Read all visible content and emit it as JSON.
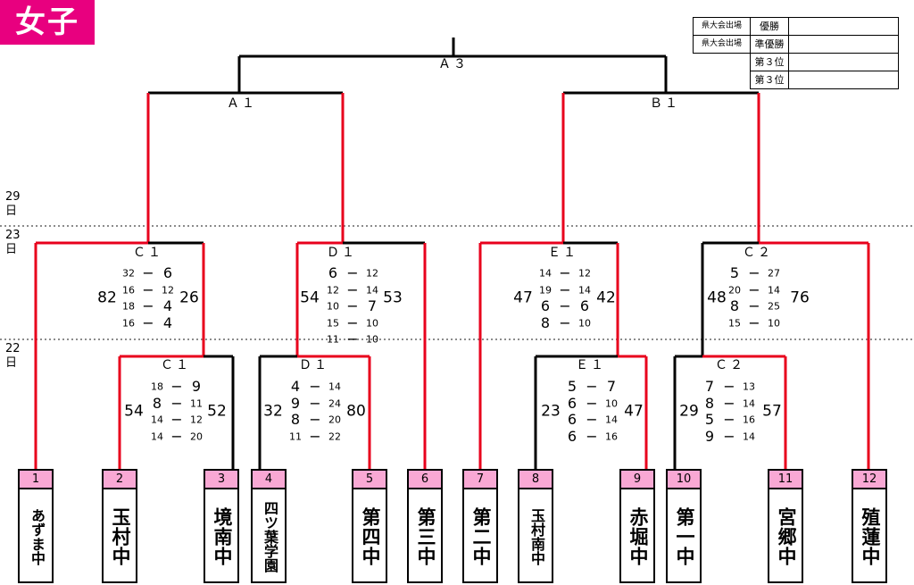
{
  "title": "女子",
  "results_table": {
    "rows": [
      {
        "label": "県大会出場",
        "place": "優勝",
        "value": ""
      },
      {
        "label": "県大会出場",
        "place": "準優勝",
        "value": ""
      },
      {
        "label": "",
        "place": "第３位",
        "value": ""
      },
      {
        "label": "",
        "place": "第３位",
        "value": ""
      }
    ]
  },
  "days": {
    "d29": "29\n日",
    "d23": "23\n日",
    "d22": "22\n日"
  },
  "matches": {
    "A3": "Ａ３",
    "A1": "Ａ１",
    "B1": "Ｂ１",
    "C1_top": "Ｃ１",
    "D1_top": "Ｄ１",
    "E1_top": "Ｅ１",
    "C2_top": "Ｃ２",
    "C1_bot": "Ｃ１",
    "D1_bot": "Ｄ１",
    "E1_bot": "Ｅ１",
    "C2_bot": "Ｃ２"
  },
  "scores": {
    "C1_top": {
      "left": "82",
      "right": "26",
      "sets": [
        [
          "32",
          "6"
        ],
        [
          "16",
          "12"
        ],
        [
          "18",
          "4"
        ],
        [
          "16",
          "4"
        ]
      ]
    },
    "D1_top": {
      "left": "54",
      "right": "53",
      "sets": [
        [
          "6",
          "12"
        ],
        [
          "12",
          "14"
        ],
        [
          "10",
          "7"
        ],
        [
          "15",
          "10"
        ],
        [
          "11",
          "10"
        ]
      ]
    },
    "E1_top": {
      "left": "47",
      "right": "42",
      "sets": [
        [
          "14",
          "12"
        ],
        [
          "19",
          "14"
        ],
        [
          "6",
          "6"
        ],
        [
          "8",
          "10"
        ]
      ]
    },
    "C2_top": {
      "left": "48",
      "right": "76",
      "sets": [
        [
          "5",
          "27"
        ],
        [
          "20",
          "14"
        ],
        [
          "8",
          "25"
        ],
        [
          "15",
          "10"
        ]
      ]
    },
    "C1_bot": {
      "left": "54",
      "right": "52",
      "sets": [
        [
          "18",
          "9"
        ],
        [
          "8",
          "11"
        ],
        [
          "14",
          "12"
        ],
        [
          "14",
          "20"
        ]
      ]
    },
    "D1_bot": {
      "left": "32",
      "right": "80",
      "sets": [
        [
          "4",
          "14"
        ],
        [
          "9",
          "24"
        ],
        [
          "8",
          "20"
        ],
        [
          "11",
          "22"
        ]
      ]
    },
    "E1_bot": {
      "left": "23",
      "right": "47",
      "sets": [
        [
          "5",
          "7"
        ],
        [
          "6",
          "10"
        ],
        [
          "6",
          "14"
        ],
        [
          "6",
          "16"
        ]
      ]
    },
    "C2_bot": {
      "left": "29",
      "right": "57",
      "sets": [
        [
          "7",
          "13"
        ],
        [
          "8",
          "14"
        ],
        [
          "5",
          "16"
        ],
        [
          "9",
          "14"
        ]
      ]
    }
  },
  "teams": [
    {
      "num": "1",
      "name": "あずま中"
    },
    {
      "num": "2",
      "name": "玉村中"
    },
    {
      "num": "3",
      "name": "境南中"
    },
    {
      "num": "4",
      "name": "四ツ葉学園"
    },
    {
      "num": "5",
      "name": "第四中"
    },
    {
      "num": "6",
      "name": "第三中"
    },
    {
      "num": "7",
      "name": "第二中"
    },
    {
      "num": "8",
      "name": "玉村南中"
    },
    {
      "num": "9",
      "name": "赤堀中"
    },
    {
      "num": "10",
      "name": "第一中"
    },
    {
      "num": "11",
      "name": "宮郷中"
    },
    {
      "num": "12",
      "name": "殖蓮中"
    }
  ],
  "colors": {
    "win": "#e8001c",
    "line": "#000000",
    "title_bg": "#e8007f",
    "num_bg": "#f9a8d4"
  }
}
